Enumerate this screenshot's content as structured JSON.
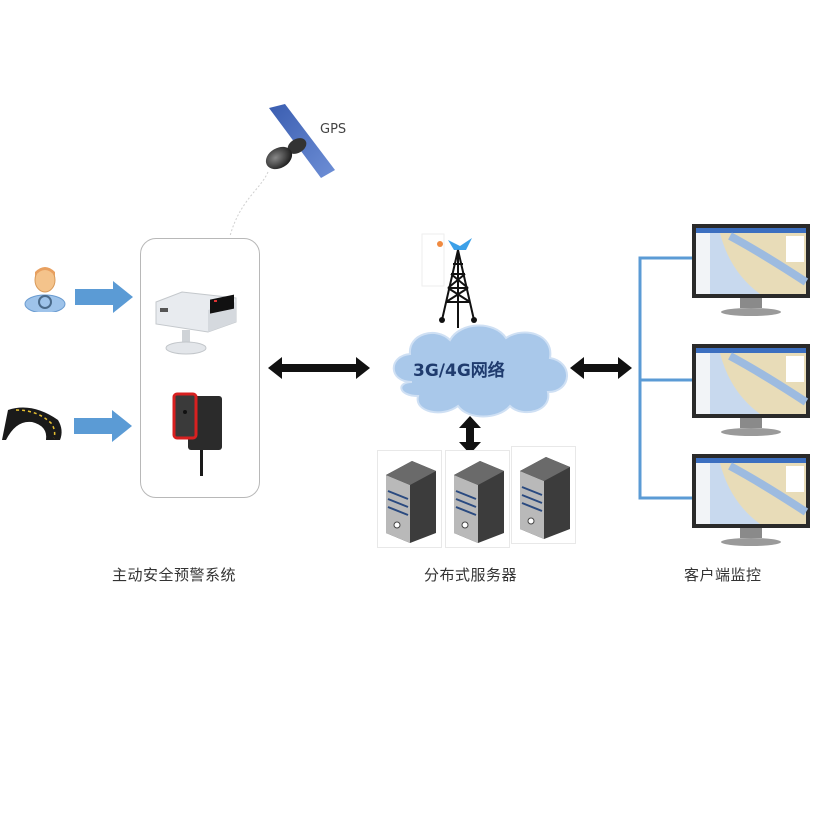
{
  "diagram": {
    "title": "主动安全预警系统架构",
    "satellite": {
      "label": "GPS",
      "icon": "satellite-icon"
    },
    "left_group": {
      "label": "主动安全预警系统",
      "inputs": [
        {
          "name": "driver",
          "icon": "driver-icon"
        },
        {
          "name": "road",
          "icon": "road-icon"
        }
      ],
      "devices": [
        {
          "name": "adas-camera",
          "icon": "adas-camera-icon"
        },
        {
          "name": "dms-camera",
          "icon": "dms-camera-icon"
        }
      ]
    },
    "network": {
      "label": "3G/4G网络",
      "tower_icon": "cell-tower-icon",
      "cloud_color": "#a9c8ea"
    },
    "servers": {
      "label": "分布式服务器",
      "count": 3,
      "icon": "server-icon"
    },
    "clients": {
      "label": "客户端监控",
      "count": 3,
      "icon": "monitor-icon"
    },
    "colors": {
      "arrow_blue": "#5b9bd5",
      "arrow_black": "#111111",
      "connector_blue": "#5b9bd5",
      "box_border": "#b8b8b8"
    }
  }
}
